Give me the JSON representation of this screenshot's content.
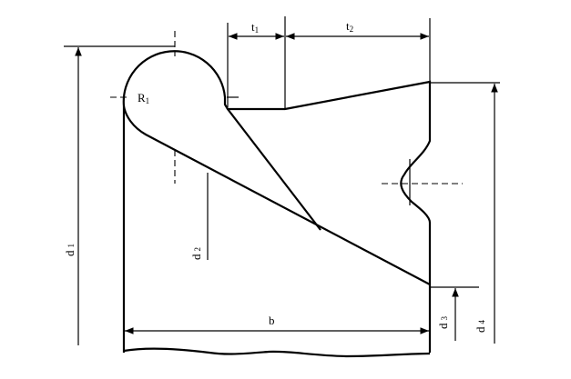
{
  "labels": {
    "d1": {
      "main": "d",
      "sub": "1"
    },
    "d2": {
      "main": "d",
      "sub": "2"
    },
    "d3": {
      "main": "d",
      "sub": "3"
    },
    "d4": {
      "main": "d",
      "sub": "4"
    },
    "t1": {
      "main": "t",
      "sub": "1"
    },
    "t2": {
      "main": "t",
      "sub": "2"
    },
    "r1": {
      "main": "R",
      "sub": "1"
    },
    "b": "b"
  }
}
